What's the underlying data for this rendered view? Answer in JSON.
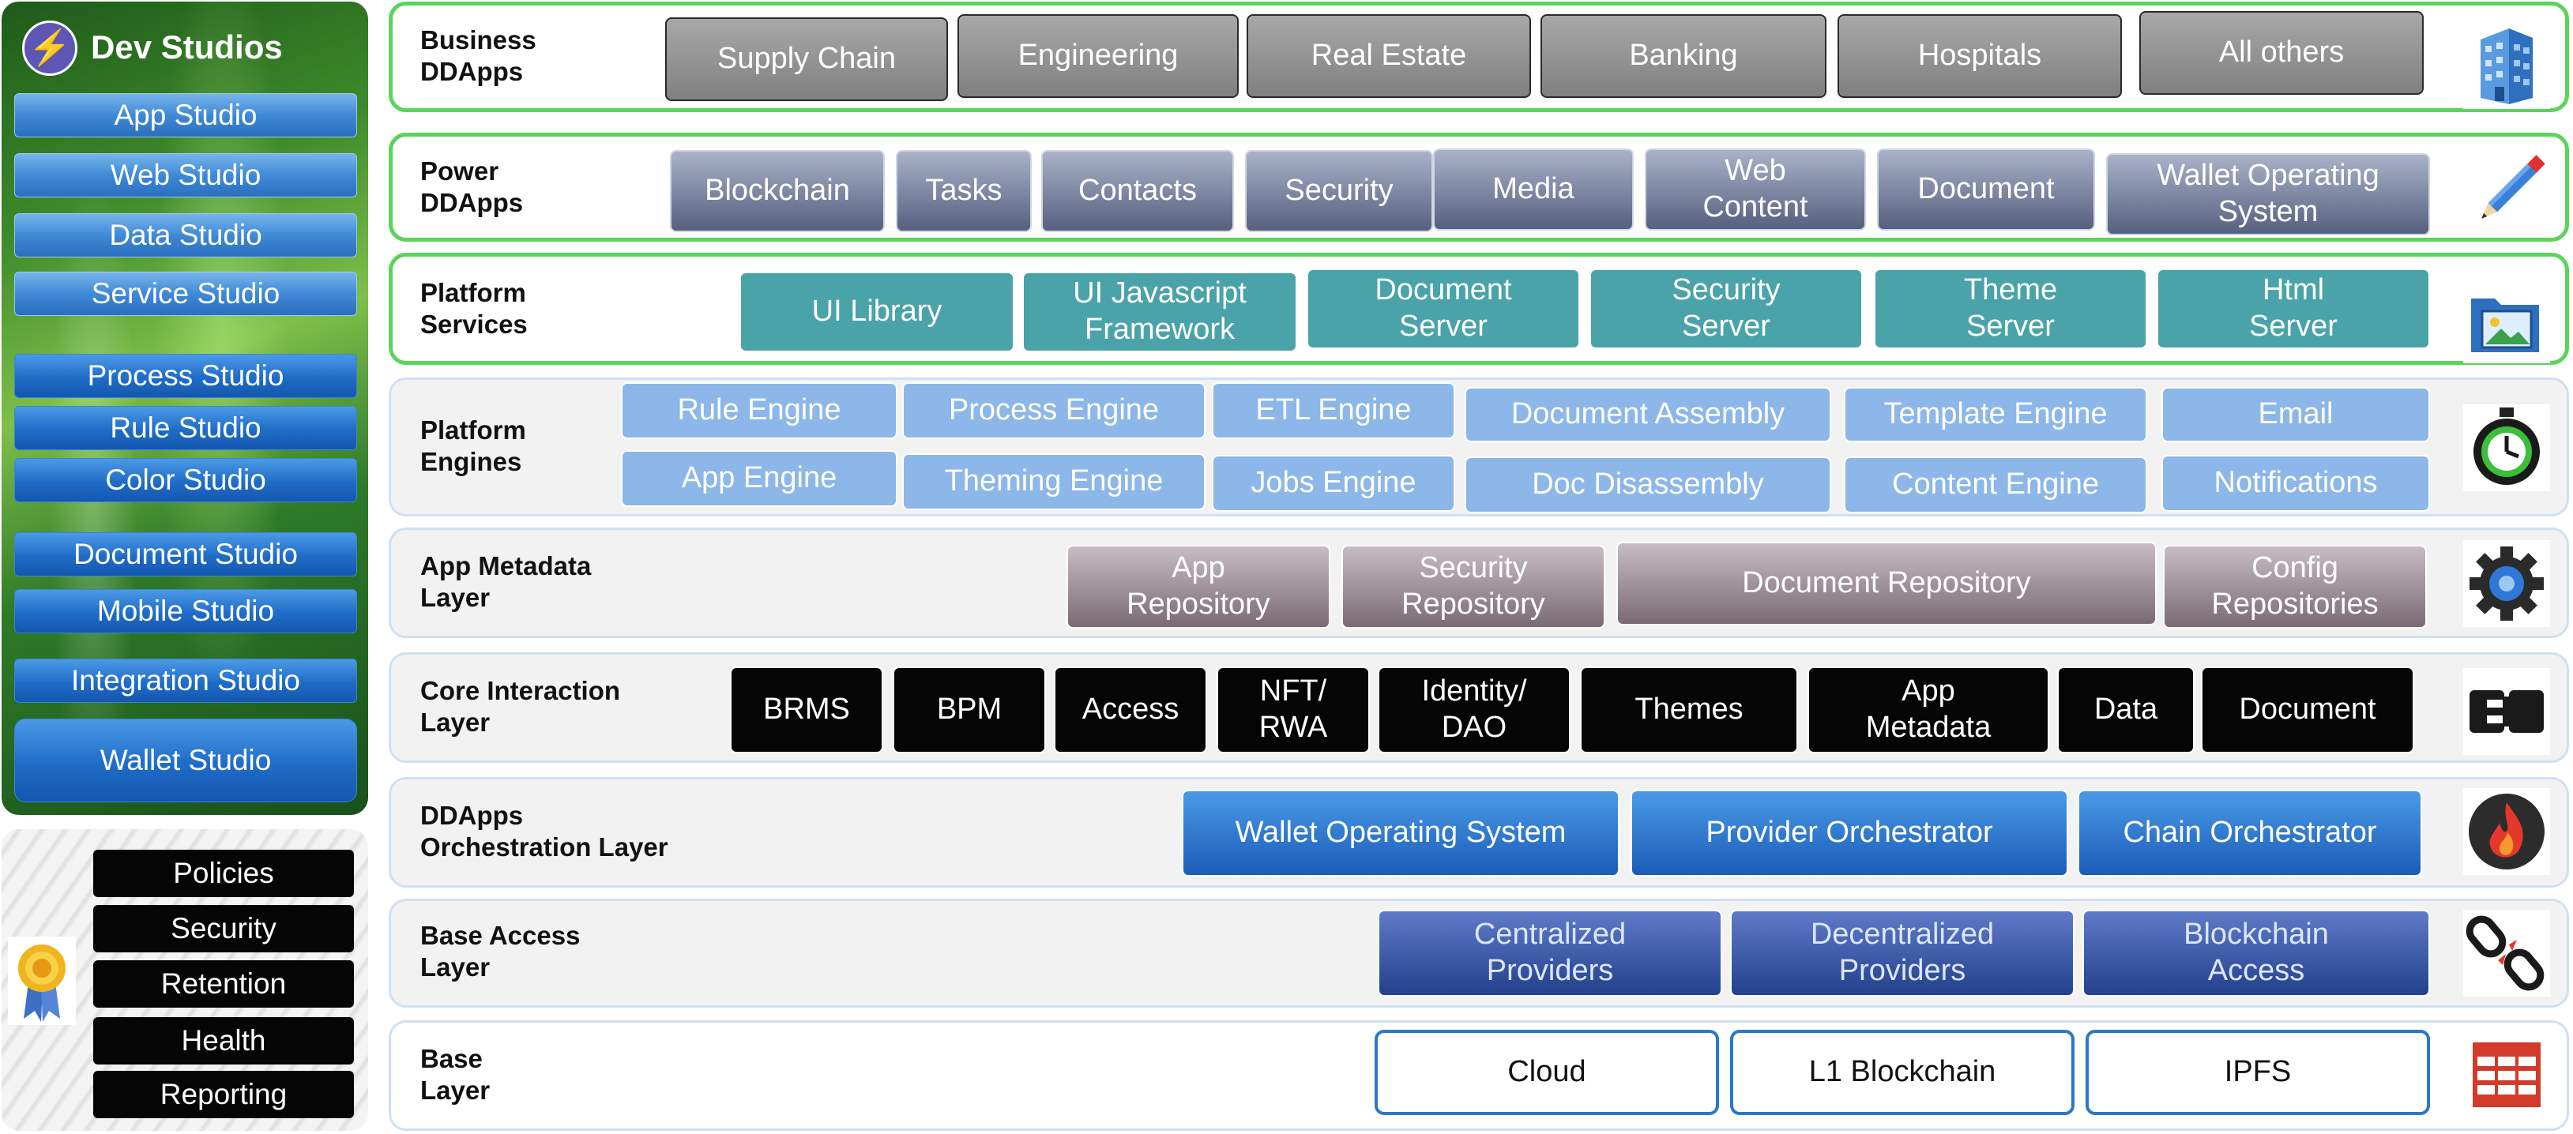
{
  "dev_studios": {
    "title": "Dev Studios",
    "items": [
      "App Studio",
      "Web Studio",
      "Data Studio",
      "Service Studio",
      "Process Studio",
      "Rule Studio",
      "Color Studio",
      "Document Studio",
      "Mobile Studio",
      "Integration Studio",
      "Wallet Studio"
    ]
  },
  "policies": {
    "items": [
      "Policies",
      "Security",
      "Retention",
      "Health",
      "Reporting"
    ]
  },
  "layers": [
    {
      "label": "Business\nDDApps",
      "icon": "office-building-icon",
      "items": [
        "Supply Chain",
        "Engineering",
        "Real Estate",
        "Banking",
        "Hospitals",
        "All others"
      ]
    },
    {
      "label": "Power\nDDApps",
      "icon": "pencil-icon",
      "items": [
        "Blockchain",
        "Tasks",
        "Contacts",
        "Security",
        "Media",
        "Web\nContent",
        "Document",
        "Wallet Operating\nSystem"
      ]
    },
    {
      "label": "Platform\nServices",
      "icon": "folder-image-icon",
      "items": [
        "UI Library",
        "UI Javascript\nFramework",
        "Document\nServer",
        "Security\nServer",
        "Theme\nServer",
        "Html\nServer"
      ]
    },
    {
      "label": "Platform\nEngines",
      "icon": "stopwatch-icon",
      "items": [
        "Rule Engine",
        "Process Engine",
        "ETL Engine",
        "Document Assembly",
        "Template Engine",
        "Email",
        "App Engine",
        "Theming Engine",
        "Jobs Engine",
        "Doc Disassembly",
        "Content Engine",
        "Notifications"
      ]
    },
    {
      "label": "App Metadata\nLayer",
      "icon": "gear-icon",
      "items": [
        "App\nRepository",
        "Security\nRepository",
        "Document Repository",
        "Config\nRepositories"
      ]
    },
    {
      "label": "Core Interaction\nLayer",
      "icon": "plug-connector-icon",
      "items": [
        "BRMS",
        "BPM",
        "Access",
        "NFT/\nRWA",
        "Identity/\nDAO",
        "Themes",
        "App\nMetadata",
        "Data",
        "Document"
      ]
    },
    {
      "label": "DDApps\nOrchestration Layer",
      "icon": "flame-icon",
      "items": [
        "Wallet Operating System",
        "Provider Orchestrator",
        "Chain Orchestrator"
      ]
    },
    {
      "label": "Base Access\nLayer",
      "icon": "chain-link-icon",
      "items": [
        "Centralized\nProviders",
        "Decentralized\nProviders",
        "Blockchain\nAccess"
      ]
    },
    {
      "label": "Base\nLayer",
      "icon": "table-grid-icon",
      "items": [
        "Cloud",
        "L1 Blockchain",
        "IPFS"
      ]
    }
  ]
}
